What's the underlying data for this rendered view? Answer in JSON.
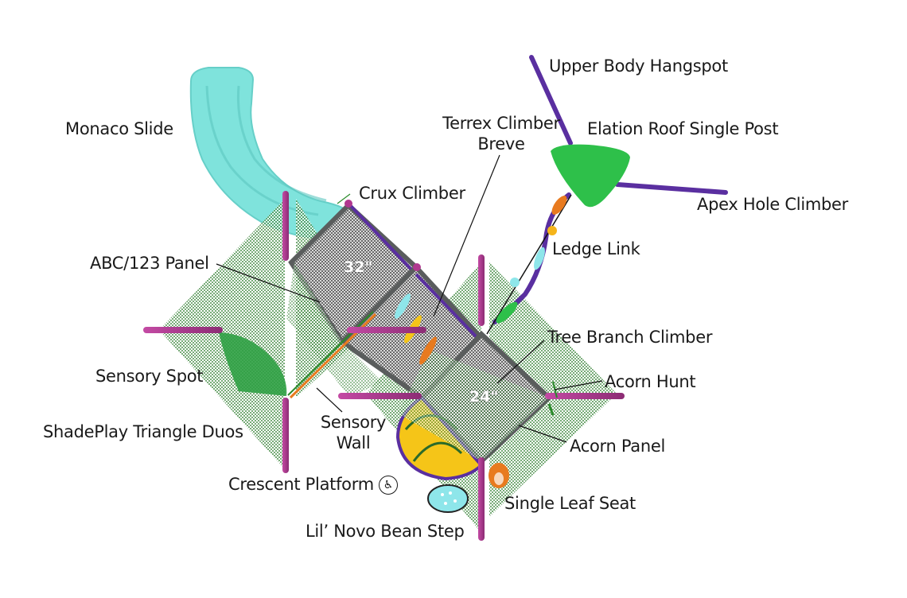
{
  "diagram": {
    "type": "playground-component-plan",
    "labels": {
      "upper_body_hangspot": "Upper Body Hangspot",
      "monaco_slide": "Monaco Slide",
      "terrex_climber_breve_1": "Terrex Climber",
      "terrex_climber_breve_2": "Breve",
      "elation_roof_single_post": "Elation Roof Single Post",
      "crux_climber": "Crux Climber",
      "apex_hole_climber": "Apex Hole Climber",
      "abc_123_panel": "ABC/123 Panel",
      "ledge_link": "Ledge Link",
      "tree_branch_climber": "Tree Branch Climber",
      "sensory_spot": "Sensory Spot",
      "acorn_hunt": "Acorn Hunt",
      "sensory_wall_1": "Sensory",
      "sensory_wall_2": "Wall",
      "shadeplay_triangle_duos": "ShadePlay Triangle Duos",
      "acorn_panel": "Acorn Panel",
      "crescent_platform": "Crescent Platform",
      "single_leaf_seat": "Single Leaf Seat",
      "lil_novo_bean_step": "Lil’ Novo Bean Step"
    },
    "platform_heights": {
      "upper_deck": "32\"",
      "lower_deck": "24\""
    },
    "icons": {
      "accessibility": "wheelchair-accessible-icon"
    },
    "colors": {
      "slide": "#7fe3dc",
      "deck": "#6b6e6e",
      "shade": "#3f8f3f",
      "post": "#b0388f",
      "roof": "#2ec04a",
      "rail": "#5a2fa0",
      "crescent": "#f5c518",
      "orange": "#e87a1f",
      "bean_step": "#8ee6ea"
    }
  }
}
